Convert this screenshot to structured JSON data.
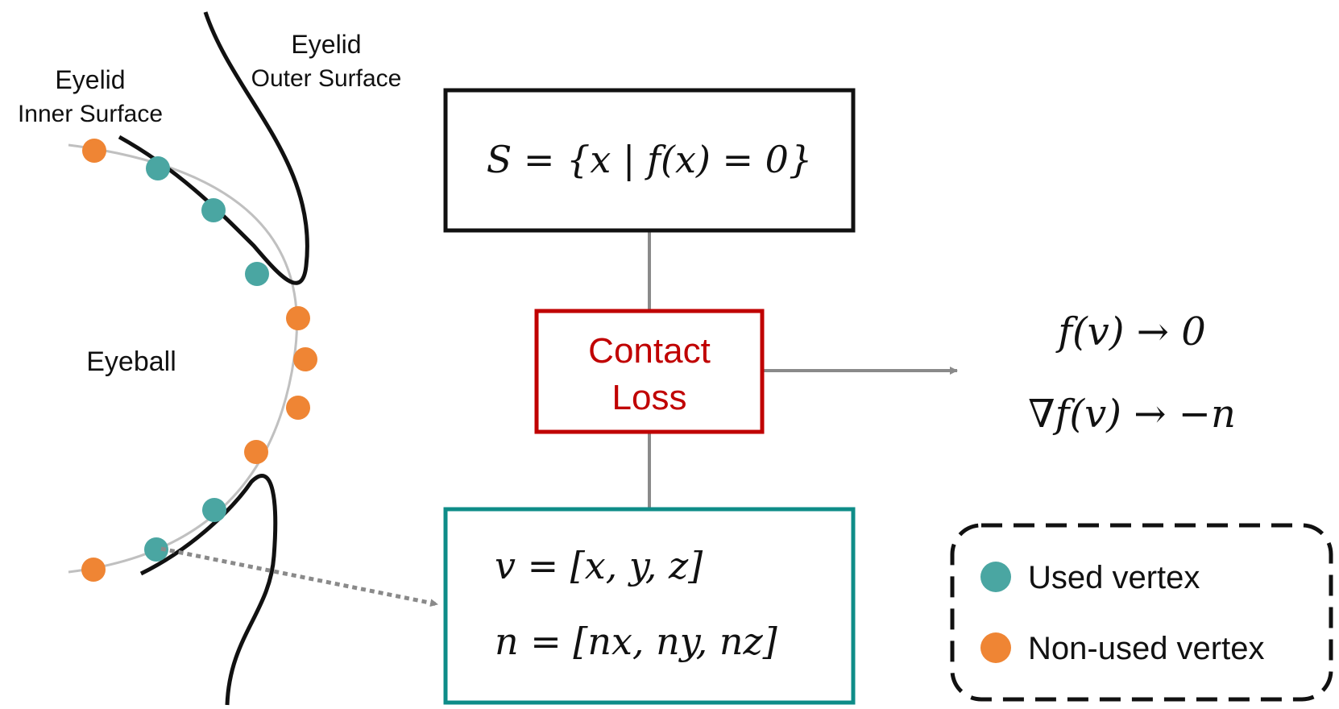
{
  "labels": {
    "eyelid_inner_line1": "Eyelid",
    "eyelid_inner_line2": "Inner Surface",
    "eyelid_outer_line1": "Eyelid",
    "eyelid_outer_line2": "Outer Surface",
    "eyeball": "Eyeball"
  },
  "boxes": {
    "surface": {
      "formula": "S = {x | f(x) = 0}"
    },
    "loss": {
      "line1": "Contact",
      "line2": "Loss"
    },
    "vertex": {
      "formula_v": "v = [x, y, z]",
      "formula_n": "n = [nx, ny, nz]"
    }
  },
  "outputs": {
    "line1": "f(v) → 0",
    "line2": "∇f(v) → −n"
  },
  "legend": {
    "used": "Used vertex",
    "non_used": "Non-used vertex"
  },
  "colors": {
    "used_vertex": "#4aa6a2",
    "non_used_vertex": "#ef8534",
    "loss_border": "#c00000",
    "vertex_box_border": "#0e8c88",
    "connector": "#8a8a8a",
    "eyeball_curve": "#c0c0c0",
    "eyelid": "#111111"
  },
  "vertices": [
    "non-used",
    "used",
    "used",
    "used",
    "non-used",
    "non-used",
    "non-used",
    "non-used",
    "used",
    "used",
    "non-used"
  ]
}
